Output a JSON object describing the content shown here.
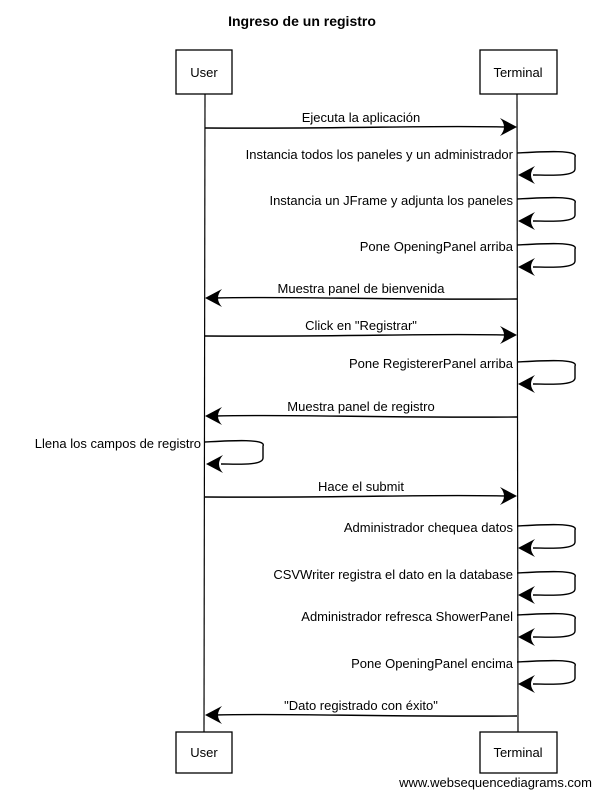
{
  "diagram": {
    "title": "Ingreso de un registro",
    "footer": "www.websequencediagrams.com",
    "participants": [
      {
        "id": "user",
        "name": "User"
      },
      {
        "id": "terminal",
        "name": "Terminal"
      }
    ],
    "messages": [
      {
        "from": "user",
        "to": "terminal",
        "text": "Ejecuta la aplicación"
      },
      {
        "from": "terminal",
        "to": "terminal",
        "text": "Instancia todos los paneles y un administrador"
      },
      {
        "from": "terminal",
        "to": "terminal",
        "text": "Instancia un JFrame y adjunta los paneles"
      },
      {
        "from": "terminal",
        "to": "terminal",
        "text": "Pone OpeningPanel arriba"
      },
      {
        "from": "terminal",
        "to": "user",
        "text": "Muestra panel de bienvenida"
      },
      {
        "from": "user",
        "to": "terminal",
        "text": "Click en \"Registrar\""
      },
      {
        "from": "terminal",
        "to": "terminal",
        "text": "Pone RegistererPanel arriba"
      },
      {
        "from": "terminal",
        "to": "user",
        "text": "Muestra panel de registro"
      },
      {
        "from": "user",
        "to": "user",
        "text": "Llena los campos de registro"
      },
      {
        "from": "user",
        "to": "terminal",
        "text": "Hace el submit"
      },
      {
        "from": "terminal",
        "to": "terminal",
        "text": "Administrador chequea datos"
      },
      {
        "from": "terminal",
        "to": "terminal",
        "text": "CSVWriter registra el dato en la database"
      },
      {
        "from": "terminal",
        "to": "terminal",
        "text": "Administrador refresca ShowerPanel"
      },
      {
        "from": "terminal",
        "to": "terminal",
        "text": "Pone OpeningPanel encima"
      },
      {
        "from": "terminal",
        "to": "user",
        "text": "\"Dato registrado con éxito\""
      }
    ]
  }
}
